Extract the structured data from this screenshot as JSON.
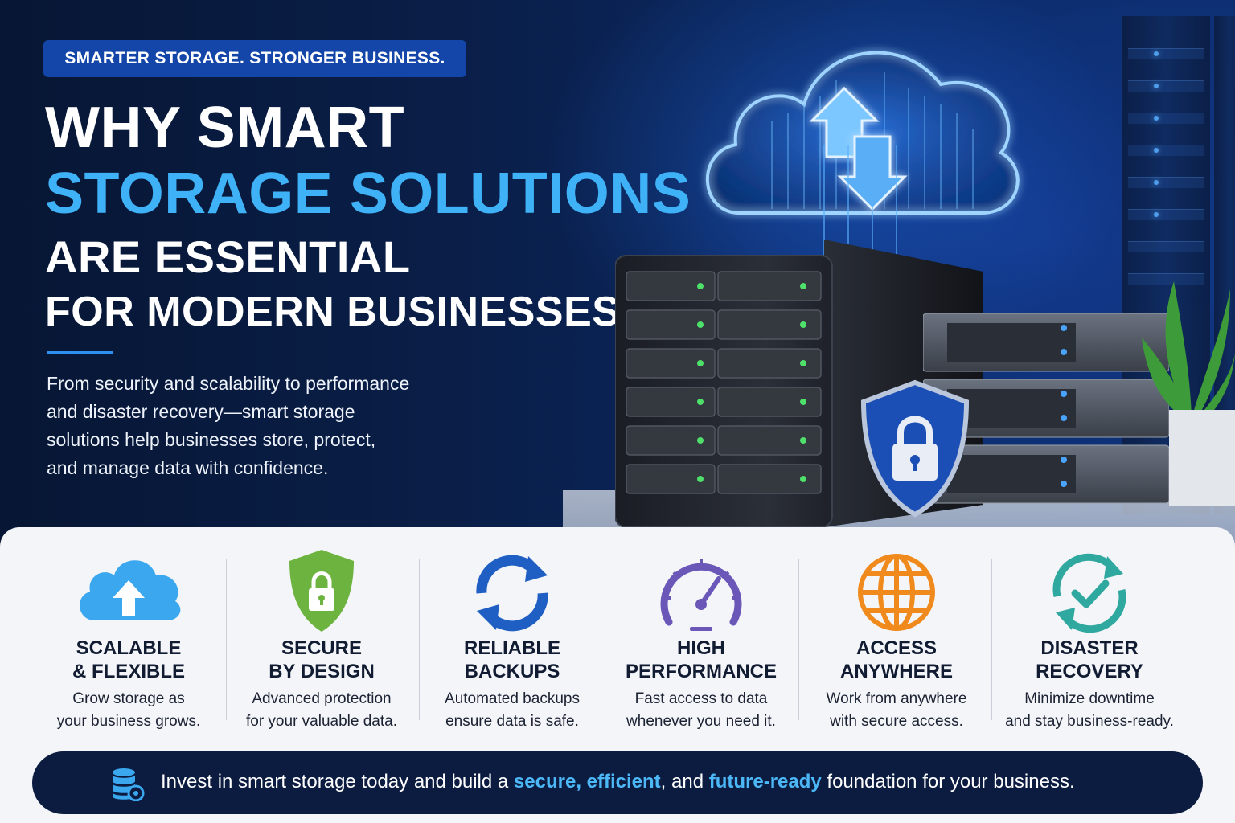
{
  "hero": {
    "tagline": "SMARTER STORAGE. STRONGER BUSINESS.",
    "headline_line1": "WHY SMART",
    "headline_line2": "STORAGE SOLUTIONS",
    "headline_line3": "ARE ESSENTIAL",
    "headline_line4": "FOR MODERN BUSINESSES",
    "intro_lines": [
      "From security and scalability to performance",
      "and disaster recovery—smart storage",
      "solutions help businesses store, protect,",
      "and manage data with confidence."
    ]
  },
  "features": [
    {
      "icon": "cloud-upload-icon",
      "color": "#3aa7ee",
      "title": [
        "SCALABLE",
        "& FLEXIBLE"
      ],
      "desc": [
        "Grow storage as",
        "your business grows."
      ]
    },
    {
      "icon": "shield-lock-icon",
      "color": "#6cb33f",
      "title": [
        "SECURE",
        "BY DESIGN"
      ],
      "desc": [
        "Advanced protection",
        "for your valuable data."
      ]
    },
    {
      "icon": "sync-arrows-icon",
      "color": "#1f5fc4",
      "title": [
        "RELIABLE",
        "BACKUPS"
      ],
      "desc": [
        "Automated backups",
        "ensure data is safe."
      ]
    },
    {
      "icon": "speedometer-icon",
      "color": "#6a57b8",
      "title": [
        "HIGH",
        "PERFORMANCE"
      ],
      "desc": [
        "Fast access to data",
        "whenever you need it."
      ]
    },
    {
      "icon": "globe-icon",
      "color": "#f08a1c",
      "title": [
        "ACCESS",
        "ANYWHERE"
      ],
      "desc": [
        "Work from anywhere",
        "with secure access."
      ]
    },
    {
      "icon": "recovery-check-icon",
      "color": "#2fa8a0",
      "title": [
        "DISASTER",
        "RECOVERY"
      ],
      "desc": [
        "Minimize downtime",
        "and stay business-ready."
      ]
    }
  ],
  "cta": {
    "icon": "database-icon",
    "text_before": "Invest in smart storage today and build a ",
    "highlight1": "secure, efficient",
    "text_middle": ", and ",
    "highlight2": "future-ready",
    "text_after": " foundation for your business."
  },
  "colors": {
    "tagline_bg": "#1346a8",
    "headline_accent": "#3fb2f7",
    "cta_bg": "#0b1c40",
    "cta_highlight": "#4cb8f7"
  }
}
